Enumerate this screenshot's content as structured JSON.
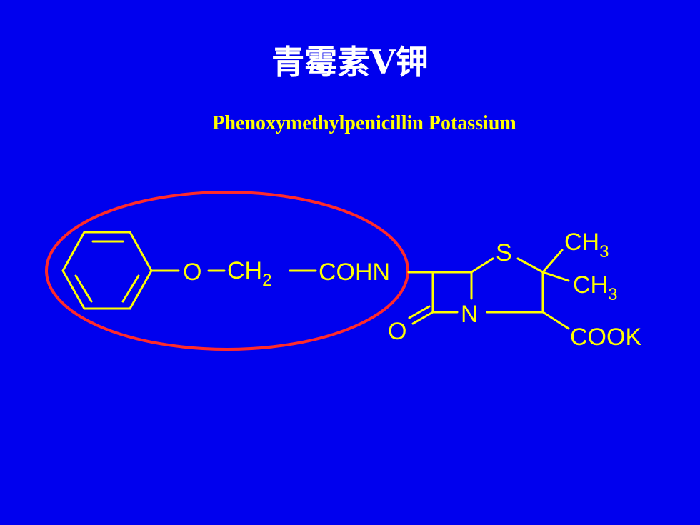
{
  "slide": {
    "title": "青霉素V钾",
    "subtitle": "Phenoxymethylpenicillin Potassium"
  },
  "structure": {
    "o_ether": "O",
    "ch2": "CH",
    "ch2_sub": "2",
    "cohn": "COHN",
    "s": "S",
    "n": "N",
    "o_carbonyl": "O",
    "ch3_top": "CH",
    "ch3_top_sub": "3",
    "ch3_bottom": "CH",
    "ch3_bottom_sub": "3",
    "cook": "COOK"
  },
  "colors": {
    "background": "#0000ee",
    "structure": "#ffff00",
    "highlight_ellipse": "#ff2222",
    "title": "#ffffff"
  }
}
